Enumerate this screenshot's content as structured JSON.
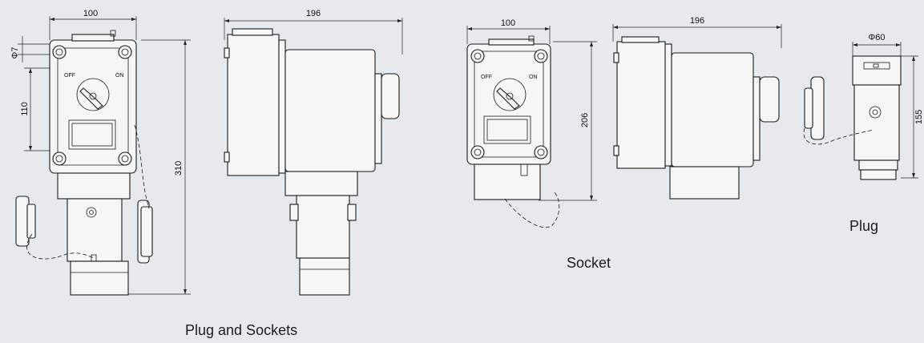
{
  "captions": {
    "plug_and_sockets": "Plug and Sockets",
    "socket": "Socket",
    "plug": "Plug"
  },
  "dimensions": {
    "a_width": "100",
    "a_depth": "196",
    "a_hole": "Φ7",
    "a_hole_spacing": "110",
    "a_height": "310",
    "b_width": "100",
    "b_depth": "196",
    "b_height": "206",
    "c_diameter": "Φ60",
    "c_length": "155"
  },
  "switch_labels": {
    "off": "OFF",
    "on": "ON"
  }
}
